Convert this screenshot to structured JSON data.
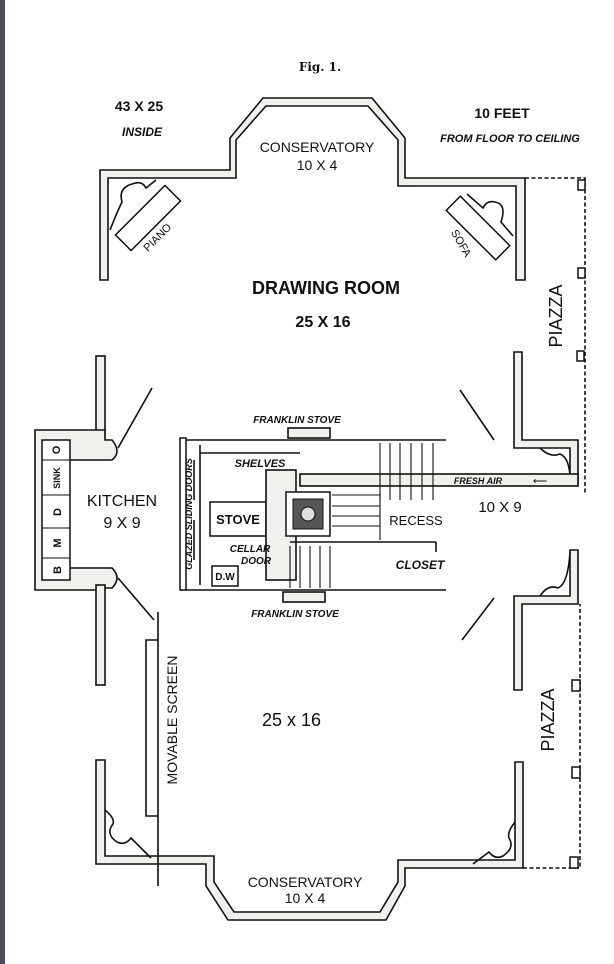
{
  "figure": {
    "caption": "Fig. 1.",
    "overall_size": "43 X 25",
    "overall_size_note": "INSIDE",
    "ceiling_height": "10 FEET",
    "ceiling_height_note": "FROM FLOOR TO CEILING"
  },
  "rooms": {
    "conservatory_top": {
      "label": "CONSERVATORY",
      "size": "10 X 4"
    },
    "drawing_room": {
      "label": "DRAWING ROOM",
      "size": "25 X 16"
    },
    "kitchen": {
      "label": "KITCHEN",
      "size": "9 X 9"
    },
    "hall": {
      "size": "10 X 9"
    },
    "lower_room": {
      "size": "25 x 16"
    },
    "conservatory_bottom": {
      "label": "CONSERVATORY",
      "size": "10 X 4"
    },
    "piazza_top": {
      "label": "PIAZZA"
    },
    "piazza_bottom": {
      "label": "PIAZZA"
    }
  },
  "furniture": {
    "piano": "PIANO",
    "sofa": "SOFA",
    "movable_screen": "MOVABLE SCREEN",
    "stove": "STOVE",
    "dumbwaiter": "D.W",
    "shelves": "SHELVES",
    "cellar_door_1": "CELLAR",
    "cellar_door_2": "DOOR",
    "glazed_doors": "GLAZED SLIDING DOORS",
    "franklin_stove_top": "FRANKLIN STOVE",
    "franklin_stove_bottom": "FRANKLIN STOVE",
    "fresh_air": "FRESH AIR",
    "recess": "RECESS",
    "closet": "CLOSET"
  },
  "kitchen_fixtures": [
    "O",
    "SINK",
    "D",
    "M",
    "B"
  ]
}
